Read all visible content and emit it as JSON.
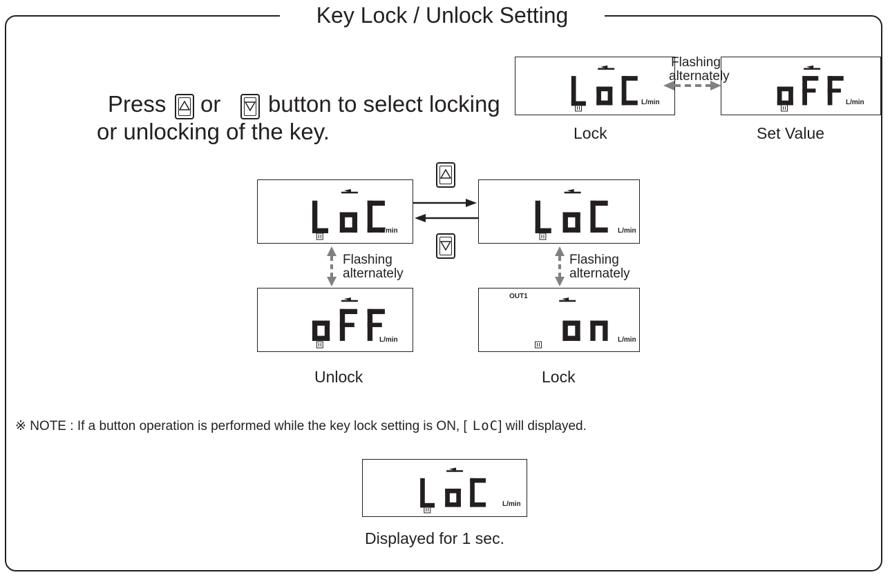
{
  "title": "Key Lock / Unlock Setting",
  "instruction": {
    "press": "Press",
    "or": "or",
    "rest": "button to select locking",
    "line2": "or unlocking of the key."
  },
  "displays": {
    "loc": "LoC",
    "off": "oFF",
    "on": "on",
    "unit": "L/min",
    "out1": "OUT1"
  },
  "flashing": {
    "top_line1": "Flashing",
    "top_line2": "alternately",
    "line1": "Flashing",
    "line2": "alternately"
  },
  "captions": {
    "lock_top": "Lock",
    "set_value": "Set Value",
    "unlock": "Unlock",
    "lock": "Lock",
    "displayed": "Displayed for 1 sec."
  },
  "note": {
    "prefix": "※ NOTE : If a button operation is performed while the key lock setting is ON, [",
    "code": "LoC",
    "suffix": "] will displayed."
  },
  "icons": [
    "up-button-icon",
    "down-button-icon",
    "swap-icon",
    "indicator-bar"
  ],
  "colors": {
    "ink": "#231f20",
    "arrow_grey": "#808080"
  }
}
